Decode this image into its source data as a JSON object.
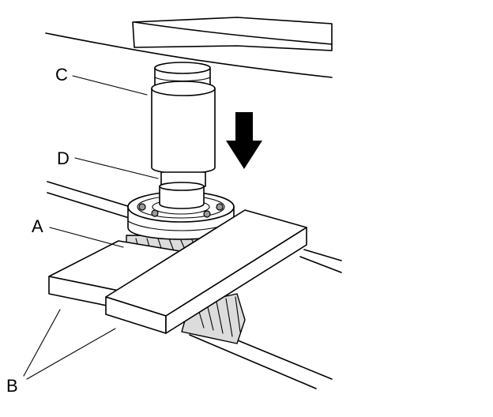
{
  "labels": {
    "a": "A",
    "b": "B",
    "c": "C",
    "d": "D"
  },
  "colors": {
    "line": "#000000",
    "background": "#ffffff",
    "shade": "#dcdcdc"
  },
  "icons": {
    "press_direction": "arrow-down-icon"
  }
}
